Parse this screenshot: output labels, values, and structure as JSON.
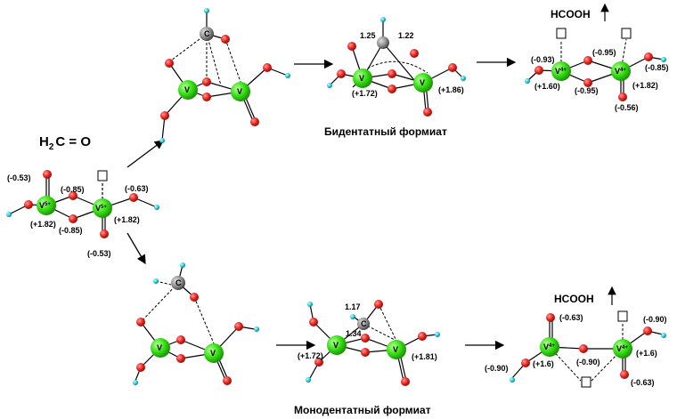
{
  "reactant": {
    "h": "H",
    "sub": "2",
    "rest": "C = O"
  },
  "captions": {
    "bidentate": "Бидентатный формиат",
    "monodentate": "Монодентатный формиат"
  },
  "product": {
    "formula": "HCOOH"
  },
  "initial": {
    "charges": [
      "(-0.53)",
      "(-0.85)",
      "(-0.63)",
      "(+1.82)",
      "(+1.82)",
      "(-0.85)",
      "(-0.53)"
    ],
    "v_left": "V",
    "v_left_sup": "5+",
    "v_right": "V",
    "v_right_sup": "5+"
  },
  "top_mid": {
    "v_left": "V",
    "v_right": "V",
    "carbon": "C"
  },
  "bidentate": {
    "bonds": [
      "1.25",
      "1.22"
    ],
    "charges": [
      "(+1.72)",
      "(+1.86)"
    ],
    "v": "V"
  },
  "top_right": {
    "charges": [
      "(-0.93)",
      "(-0.95)",
      "(-0.85)",
      "(+1.60)",
      "(-0.95)",
      "(+1.82)",
      "(-0.56)"
    ],
    "v_sup": "4+"
  },
  "bottom_mid": {
    "v": "V",
    "carbon": "C"
  },
  "monodentate": {
    "bonds": [
      "1.17",
      "1.34"
    ],
    "charges": [
      "(+1.72)",
      "(+1.81)"
    ],
    "v": "V"
  },
  "bottom_right": {
    "charges": [
      "(-0.63)",
      "(-0.90)",
      "(-0.90)",
      "(+1.6)",
      "(-0.90)",
      "(+1.6)",
      "(-0.63)"
    ],
    "v_sup": "4+"
  }
}
